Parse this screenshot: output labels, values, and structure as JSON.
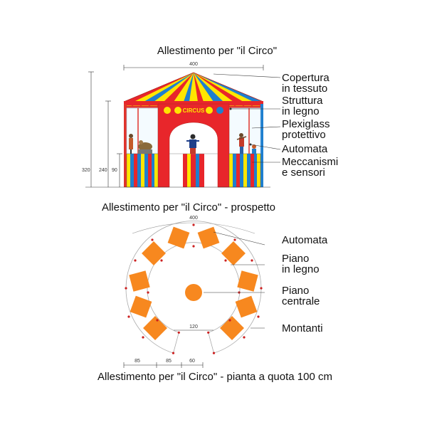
{
  "elevation": {
    "title": "Allestimento per \"il Circo\"",
    "sign_text": "CIRCUS",
    "width_dim": "400",
    "height_dims": [
      "320",
      "240",
      "90"
    ],
    "labels": [
      {
        "line1": "Copertura",
        "line2": "in tessuto"
      },
      {
        "line1": "Struttura",
        "line2": "in legno"
      },
      {
        "line1": "Plexiglass",
        "line2": "protettivo"
      },
      {
        "line1": "Automata",
        "line2": ""
      },
      {
        "line1": "Meccanismi",
        "line2": "e sensori"
      }
    ],
    "caption": "Allestimento per \"il Circo\" - prospetto"
  },
  "plan": {
    "width_dim": "400",
    "inner_dim": "120",
    "bottom_dims": [
      "85",
      "85",
      "60"
    ],
    "labels": [
      {
        "line1": "Automata",
        "line2": ""
      },
      {
        "line1": "Piano",
        "line2": "in legno"
      },
      {
        "line1": "Piano",
        "line2": "centrale"
      },
      {
        "line1": "Montanti",
        "line2": ""
      }
    ],
    "caption": "Allestimento per \"il Circo\" - pianta a quota 100 cm"
  },
  "colors": {
    "red": "#e8262b",
    "yellow": "#ffe600",
    "blue": "#1f7fcf",
    "orange": "#f7881f",
    "frame": "#e0342c",
    "dot": "#cc1f1f"
  }
}
